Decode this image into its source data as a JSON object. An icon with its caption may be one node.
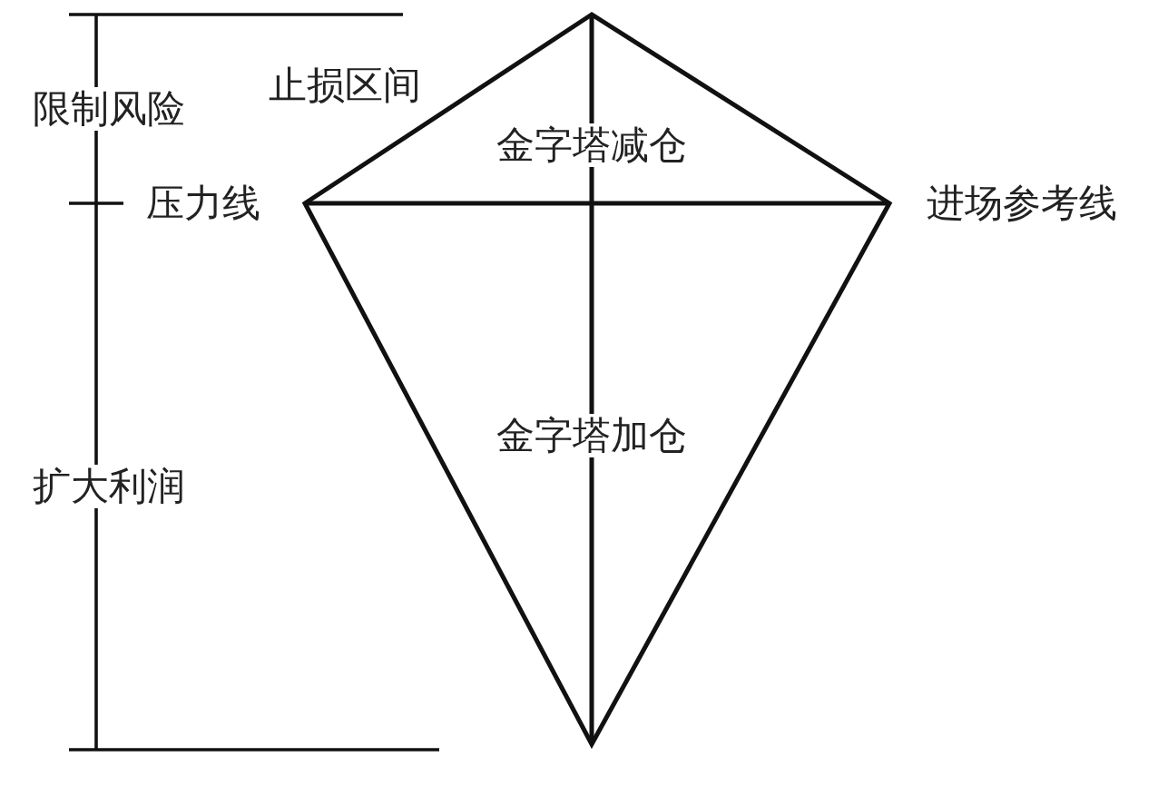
{
  "diagram": {
    "labels": [
      "限制风险",
      "止损区间",
      "金字塔减仓",
      "压力线",
      "进场参考线",
      "金字塔加仓",
      "扩大利润"
    ]
  }
}
